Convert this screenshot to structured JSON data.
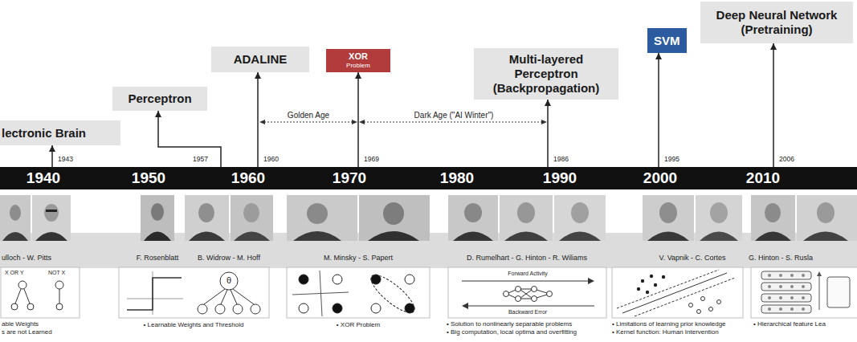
{
  "diagram": {
    "nodes": [
      {
        "text": [
          "lectronic Brain"
        ]
      },
      {
        "text": [
          "Perceptron"
        ]
      },
      {
        "text": [
          "ADALINE"
        ]
      },
      {
        "text": [
          "XOR",
          "Problem"
        ]
      },
      {
        "text": [
          "Multi-layered Perceptron (Backpropagation)"
        ]
      },
      {
        "text": [
          "SVM"
        ]
      },
      {
        "text": [
          "Deep Neural Network (Pretraining)"
        ]
      },
      {
        "text": [
          "1940",
          "1950",
          "1960",
          "1970",
          "1980",
          "1990",
          "2000",
          "2010"
        ]
      }
    ],
    "edges": [
      {
        "from": 7,
        "to": 0,
        "arrow": "to"
      },
      {
        "from": 7,
        "to": 1,
        "arrow": "to"
      },
      {
        "from": 7,
        "to": 2,
        "arrow": "to"
      },
      {
        "from": 7,
        "to": 3,
        "arrow": "to"
      },
      {
        "from": 7,
        "to": 4,
        "arrow": "to"
      },
      {
        "from": 7,
        "to": 5,
        "arrow": "to"
      },
      {
        "from": 7,
        "to": 6,
        "arrow": "to"
      }
    ],
    "labels": [
      "1943",
      "1957",
      "1960",
      "1969",
      "1986",
      "1995",
      "2006",
      "Golden Age",
      "Dark Age (\"AI Winter\")",
      "ulloch - W. Pitts",
      "F. Rosenblatt",
      "B. Widrow - M. Hoff",
      "M. Minsky - S. Papert",
      "D. Rumelhart - G. Hinton - R. Wiliams",
      "V. Vapnik - C. Cortes",
      "G. Hinton - S. Rusla",
      "X OR Y",
      "NOT X",
      "θ",
      "Forward Activity",
      "Backward Error",
      "able Weights",
      "s are not Learned",
      "• Learnable Weights and Threshold",
      "• XOR Problem",
      "• Solution to nonlinearly separable problems",
      "• Big computation, local optima and overfitting",
      "• Limitations of learning prior knowledge",
      "• Kernel function: Human Intervention",
      "• Hierarchical feature Lea"
    ]
  }
}
